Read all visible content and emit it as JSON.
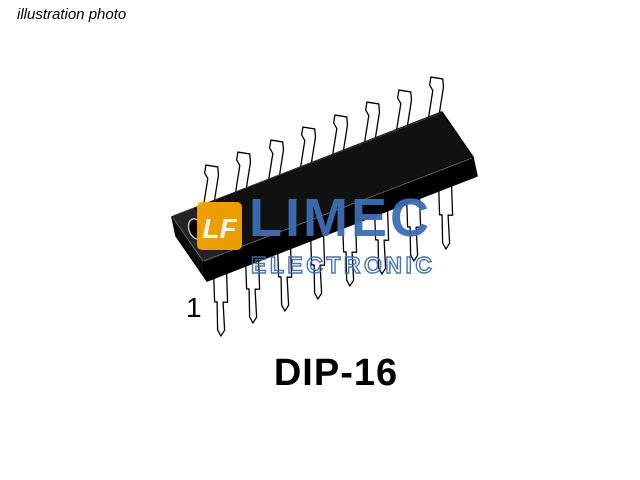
{
  "caption": {
    "text": "illustration photo"
  },
  "labels": {
    "pin_one": "1",
    "package_name": "DIP-16"
  },
  "watermark": {
    "brand": "LIMEC",
    "subtitle": "ELECTRONIC",
    "logo_monogram": "LF",
    "brand_color": "#3c6eb4",
    "logo_color": "#f6a600"
  },
  "illustration": {
    "subject": "DIP-16 dual in-line IC package drawing",
    "body_color": "#111111",
    "side_color": "#000000",
    "end_color": "#0b0b0b",
    "pin_fill": "#ffffff",
    "pins_per_side": 8
  }
}
